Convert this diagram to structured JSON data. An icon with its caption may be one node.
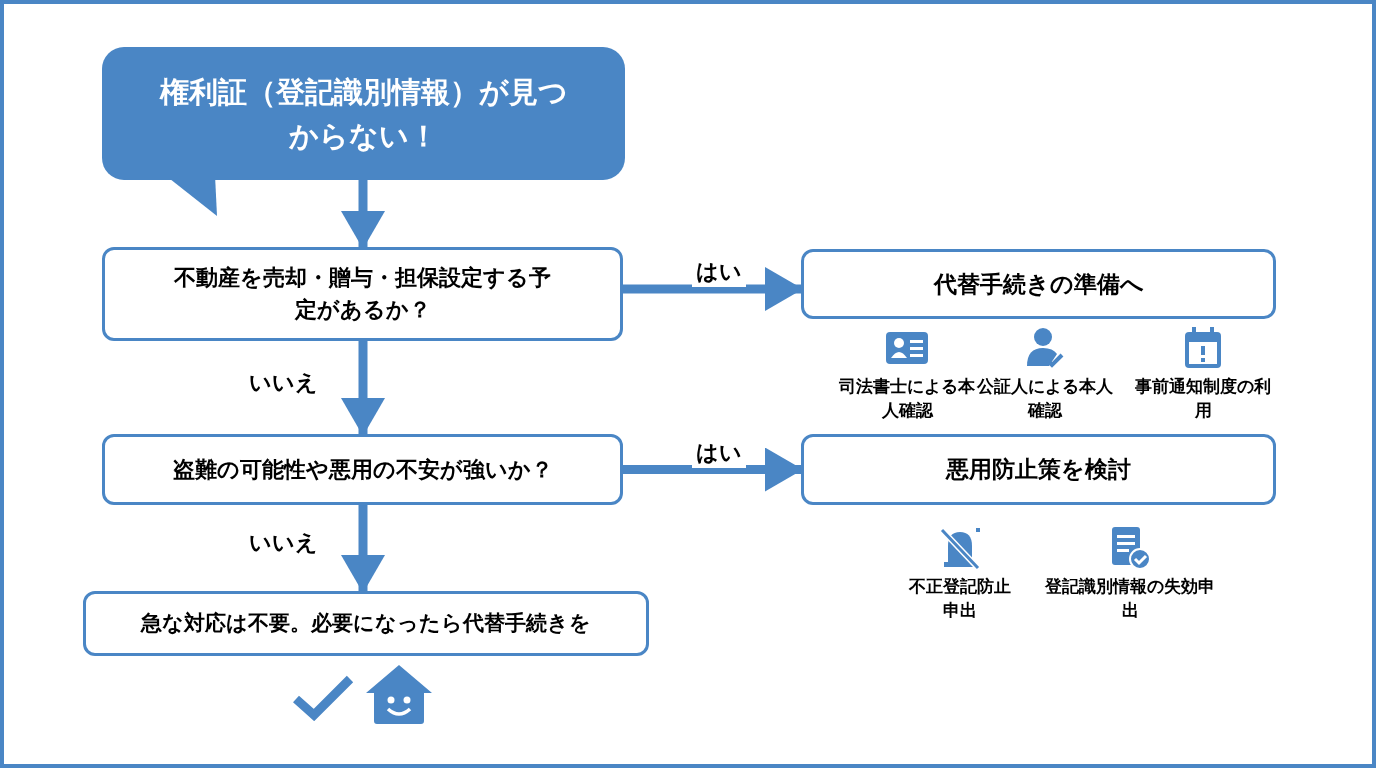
{
  "diagram": {
    "nodes": [
      {
        "text": [
          "権利証（登記識別情報）が見つからない！"
        ]
      },
      {
        "text": [
          "不動産を売却・贈与・担保設定する予定があるか？"
        ]
      },
      {
        "text": [
          "代替手続きの準備へ"
        ]
      },
      {
        "text": [
          "盗難の可能性や悪用の不安が強いか？"
        ]
      },
      {
        "text": [
          "悪用防止策を検討"
        ]
      },
      {
        "text": [
          "急な対応は不要。必要になったら代替手続きを"
        ]
      }
    ],
    "edges": [
      {
        "from": 0,
        "to": 1,
        "arrow": "to"
      },
      {
        "from": 1,
        "to": 2,
        "arrow": "to",
        "label": "はい"
      },
      {
        "from": 1,
        "to": 3,
        "arrow": "to",
        "label": "いいえ"
      },
      {
        "from": 3,
        "to": 4,
        "arrow": "to",
        "label": "はい"
      },
      {
        "from": 3,
        "to": 5,
        "arrow": "to",
        "label": "いいえ"
      }
    ],
    "labels": [
      "司法書士による本人確認",
      "公証人による本人確認",
      "事前通知制度の利用",
      "不正登記防止申出",
      "登記識別情報の失効申出"
    ]
  }
}
